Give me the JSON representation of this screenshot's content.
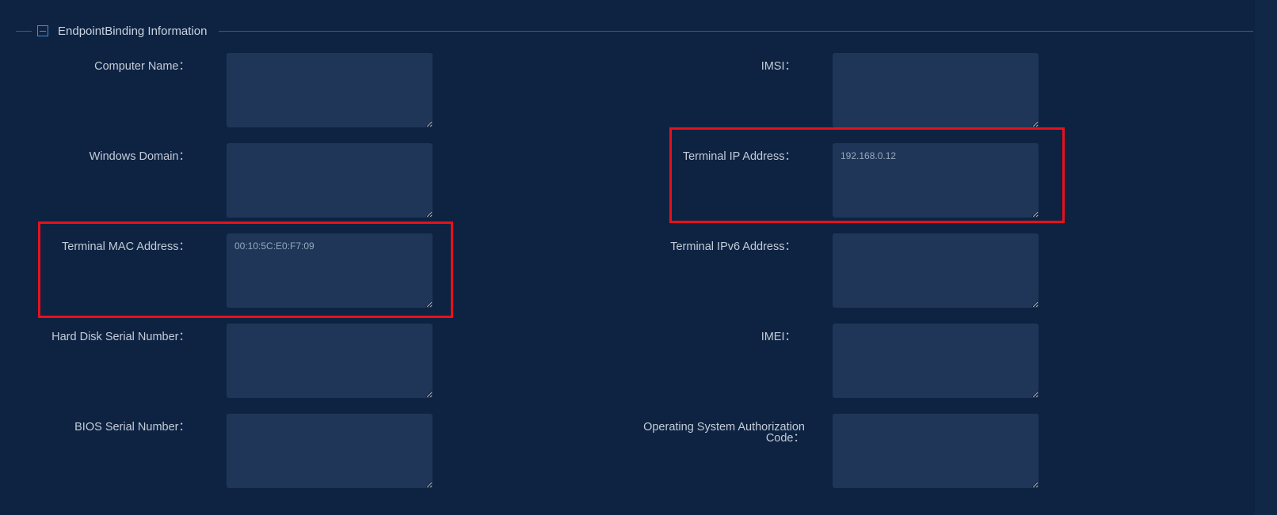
{
  "section": {
    "title": "EndpointBinding Information"
  },
  "fields": {
    "computer_name": {
      "label": "Computer Name：",
      "value": ""
    },
    "windows_domain": {
      "label": "Windows Domain：",
      "value": ""
    },
    "terminal_mac": {
      "label": "Terminal MAC Address：",
      "value": "00:10:5C:E0:F7:09"
    },
    "hard_disk_serial": {
      "label": "Hard Disk Serial Number：",
      "value": ""
    },
    "bios_serial": {
      "label": "BIOS Serial Number：",
      "value": ""
    },
    "imsi": {
      "label": "IMSI：",
      "value": ""
    },
    "terminal_ip": {
      "label": "Terminal IP Address：",
      "value": "192.168.0.12"
    },
    "terminal_ipv6": {
      "label": "Terminal IPv6 Address：",
      "value": ""
    },
    "imei": {
      "label": "IMEI：",
      "value": ""
    },
    "os_auth_code": {
      "label_line1": "Operating System Authorization",
      "label_line2": "Code：",
      "value": ""
    }
  },
  "colors": {
    "background": "#0e2342",
    "field_bg": "#1f3658",
    "highlight": "#e8101a",
    "accent": "#3d8fe0"
  }
}
